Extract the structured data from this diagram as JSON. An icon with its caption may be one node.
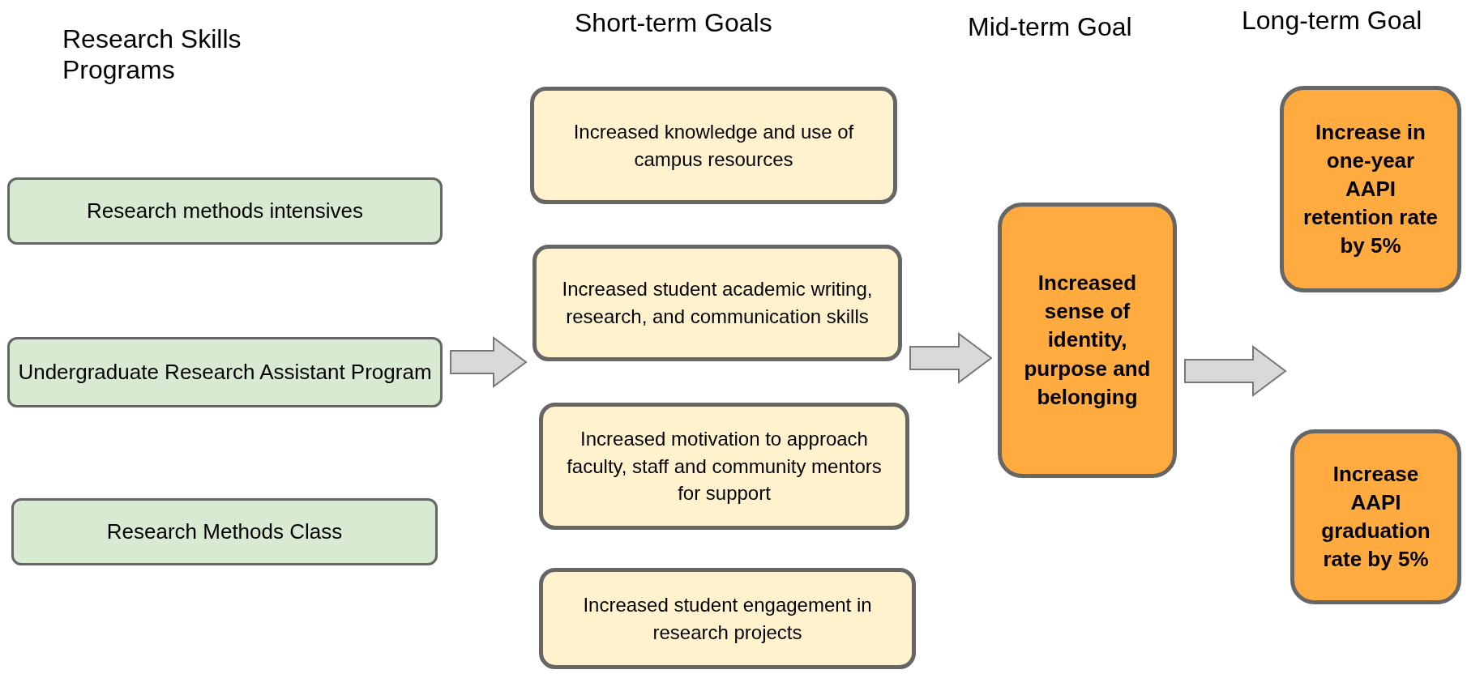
{
  "diagram": {
    "nodes": [
      {
        "text": [
          "Research methods intensives"
        ]
      },
      {
        "text": [
          "Undergraduate Research Assistant Program"
        ]
      },
      {
        "text": [
          "Research Methods Class"
        ]
      },
      {
        "text": [
          "Increased knowledge and use of campus resources"
        ]
      },
      {
        "text": [
          "Increased student academic writing, research, and communication skills"
        ]
      },
      {
        "text": [
          "Increased motivation to approach faculty, staff and community mentors for support"
        ]
      },
      {
        "text": [
          "Increased student engagement in research projects"
        ]
      },
      {
        "text": [
          "Increased sense of identity, purpose and belonging"
        ]
      },
      {
        "text": [
          "Increase in one-year AAPI retention rate by 5%"
        ]
      },
      {
        "text": [
          "Increase AAPI graduation rate by 5%"
        ]
      }
    ],
    "edges": [
      {
        "from": 1,
        "to": 4,
        "arrow": "to"
      },
      {
        "from": 4,
        "to": 7,
        "arrow": "to"
      },
      {
        "from": 7,
        "to": null,
        "arrow": "to"
      }
    ],
    "labels": [
      "Research Skills Programs",
      "Short-term Goals",
      "Mid-term Goal",
      "Long-term Goal"
    ]
  }
}
